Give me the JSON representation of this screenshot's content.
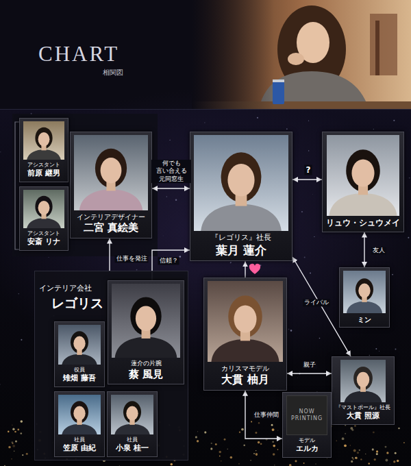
{
  "diagram": {
    "title": "CHART",
    "nodes": [
      {
        "text": [
          "アシスタント",
          "前原 継男"
        ]
      },
      {
        "text": [
          "インテリアデザイナー",
          "二宮 真絵美"
        ]
      },
      {
        "text": [
          "『レゴリス』社長",
          "葉月 蓮介"
        ]
      },
      {
        "text": [
          "リュウ・シュウメイ"
        ]
      },
      {
        "text": [
          "アシスタント",
          "安斎 リナ"
        ]
      },
      {
        "text": [
          "ミン"
        ]
      },
      {
        "text": [
          "インテリア会社",
          "レゴリス"
        ]
      },
      {
        "text": [
          "役員",
          "雉畑 藤吾"
        ],
        "in": 6
      },
      {
        "text": [
          "蓮介の片腕",
          "蔡 風見"
        ],
        "in": 6
      },
      {
        "text": [
          "社員",
          "笠原 由紀"
        ],
        "in": 6
      },
      {
        "text": [
          "社員",
          "小泉 桂一"
        ],
        "in": 6
      },
      {
        "text": [
          "カリスマモデル",
          "大貫 柚月"
        ]
      },
      {
        "text": [
          "『マストポール』社長",
          "大貫 照源"
        ]
      },
      {
        "text": [
          "NOW PRINTING",
          "モデル",
          "エルカ"
        ]
      }
    ],
    "edges": [
      {
        "from": 1,
        "to": 2,
        "label": "何でも 言い合える 元同窓生",
        "arrow": "both"
      },
      {
        "from": 2,
        "to": 3,
        "label": "?",
        "arrow": "both"
      },
      {
        "from": 3,
        "to": 5,
        "label": "友人",
        "arrow": "both"
      },
      {
        "from": 6,
        "to": 1,
        "label": "仕事を発注",
        "arrow": "to"
      },
      {
        "from": 8,
        "to": 2,
        "label": "信頼？",
        "arrow": "to"
      },
      {
        "from": 11,
        "to": 2,
        "arrow": "to"
      },
      {
        "from": 2,
        "to": 12,
        "label": "ライバル",
        "arrow": "both"
      },
      {
        "from": 11,
        "to": 12,
        "label": "親子",
        "arrow": "both"
      },
      {
        "from": 11,
        "to": 13,
        "label": "仕事仲間",
        "arrow": "both"
      }
    ],
    "labels": [
      "相関図"
    ]
  }
}
